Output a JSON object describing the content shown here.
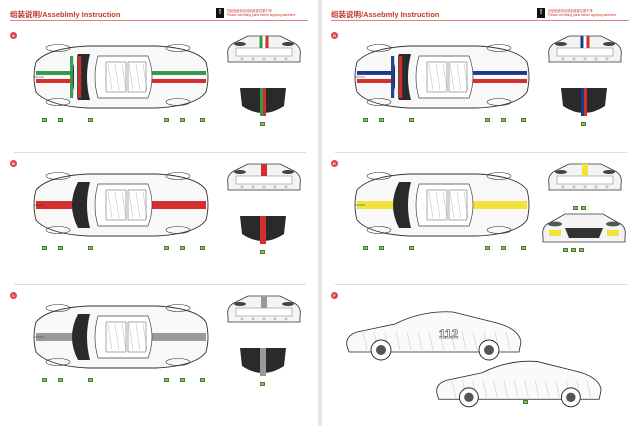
{
  "document": {
    "pages": [
      {
        "id": "left",
        "title": "组装说明/Asseblmly Instruction",
        "warning": {
          "symbol": "!",
          "line_cn": "在贴贴纸前请将贴纸部位擦干净",
          "line_en": "Please wet fitting parts before applying adhesive"
        },
        "steps": [
          {
            "marker": "A",
            "stripe_colors": [
              "#2f9a4a",
              "#ffffff",
              "#d32f2f"
            ],
            "rear_stripes": [
              "#2f9a4a",
              "#ffffff",
              "#d32f2f"
            ],
            "hood_colors": [
              "#2f9a4a",
              "#d32f2f"
            ]
          },
          {
            "marker": "B",
            "stripe_colors": [
              "#d32f2f"
            ],
            "rear_stripes": [
              "#d32f2f"
            ],
            "hood_colors": [
              "#d32f2f"
            ]
          },
          {
            "marker": "C",
            "stripe_colors": [
              "#9a9a9a"
            ],
            "rear_stripes": [
              "#9a9a9a"
            ],
            "hood_colors": [
              "#9a9a9a"
            ]
          }
        ]
      },
      {
        "id": "right",
        "title": "组装说明/Assebmly Instruction",
        "warning": {
          "symbol": "!",
          "line_cn": "在贴贴纸前请将贴纸部位擦干净",
          "line_en": "Please wet fitting parts before applying adhesive"
        },
        "steps": [
          {
            "marker": "D",
            "stripe_colors": [
              "#1a3a8a",
              "#ffffff",
              "#d32f2f"
            ],
            "rear_stripes": [
              "#1a3a8a",
              "#ffffff",
              "#d32f2f"
            ],
            "hood_colors": [
              "#1a3a8a",
              "#d32f2f"
            ]
          },
          {
            "marker": "E",
            "stripe_colors": [
              "#f2e23a"
            ],
            "rear_stripes": [
              "#f2e23a"
            ],
            "hood_colors": [
              "#f2e23a"
            ]
          },
          {
            "marker": "F",
            "side_number": "112"
          }
        ]
      }
    ],
    "colors": {
      "accent": "#c0392b",
      "body_dark": "#2a2a2a",
      "tag_green": "#8fbf63"
    }
  }
}
